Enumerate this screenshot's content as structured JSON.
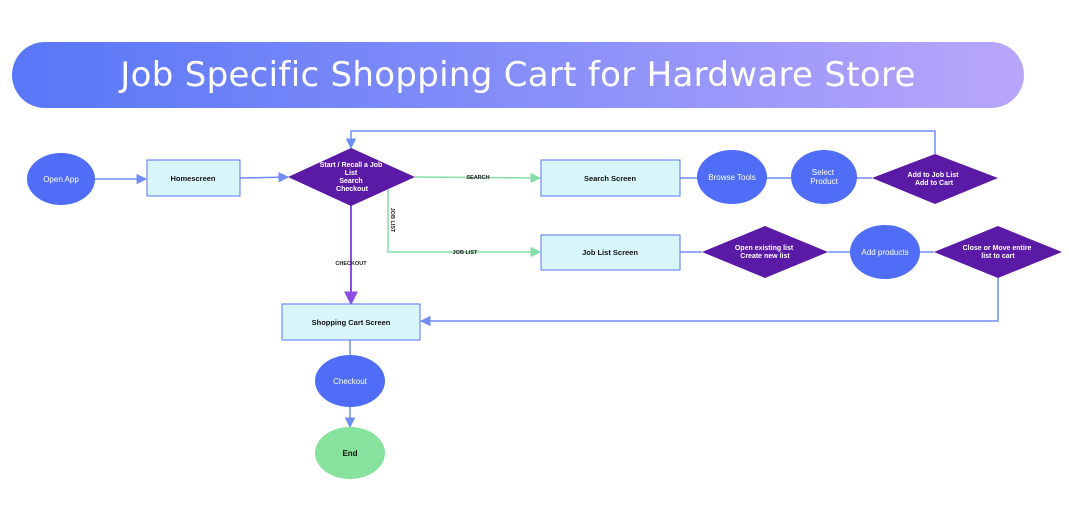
{
  "title": "Job Specific Shopping Cart for Hardware Store",
  "colors": {
    "banner_start": "#5877f8",
    "banner_end": "#b9a6fb",
    "circle_fill": "#4f6df6",
    "rect_fill": "#d9f6fd",
    "rect_stroke": "#5876f8",
    "diamond_fill": "#5a1aa6",
    "end_fill": "#86e29c",
    "arrow_blue": "#6f8df7",
    "arrow_green": "#85dea6",
    "arrow_purple": "#8c4ee0"
  },
  "nodes": {
    "open_app": "Open App",
    "homescreen": "Homescreen",
    "start_decision": [
      "Start / Recall a Job",
      "List",
      "Search",
      "Checkout"
    ],
    "search_screen": "Search Screen",
    "browse_tools": "Browse Tools",
    "select_product": [
      "Select",
      "Product"
    ],
    "add_to_job_list": [
      "Add to Job List",
      "Add to Cart"
    ],
    "job_list_screen": "Job List Screen",
    "open_existing_list": [
      "Open existing list",
      "Create new list"
    ],
    "add_products": "Add products",
    "close_or_move": [
      "Close or Move entire",
      "list to cart"
    ],
    "shopping_cart_screen": "Shopping Cart Screen",
    "checkout": "Checkout",
    "end": "End"
  },
  "edge_labels": {
    "search": "SEARCH",
    "job_list_vertical": "JOB LIST",
    "job_list_horizontal": "JOB LIST",
    "checkout": "CHECKOUT"
  }
}
